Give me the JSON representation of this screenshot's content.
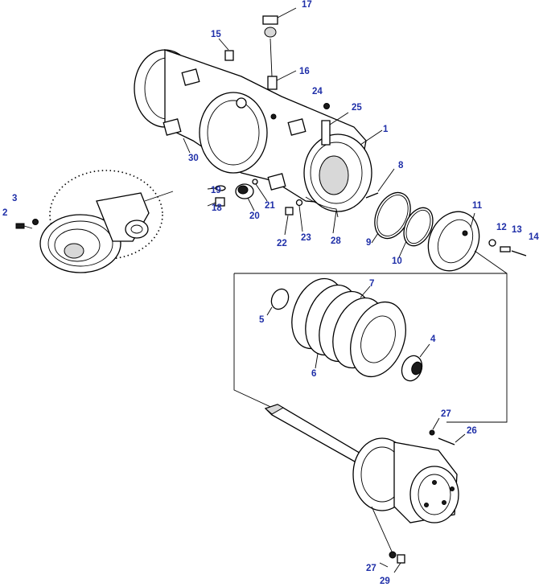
{
  "diagram": {
    "callouts": [
      "1",
      "2",
      "3",
      "4",
      "5",
      "6",
      "7",
      "8",
      "9",
      "10",
      "11",
      "12",
      "13",
      "14",
      "15",
      "16",
      "17",
      "18",
      "19",
      "20",
      "21",
      "22",
      "23",
      "24",
      "25",
      "26",
      "27",
      "27",
      "28",
      "29",
      "30"
    ]
  },
  "colors": {
    "callout_text": "#1f2fa8",
    "line_art": "#000000",
    "background": "#ffffff"
  }
}
